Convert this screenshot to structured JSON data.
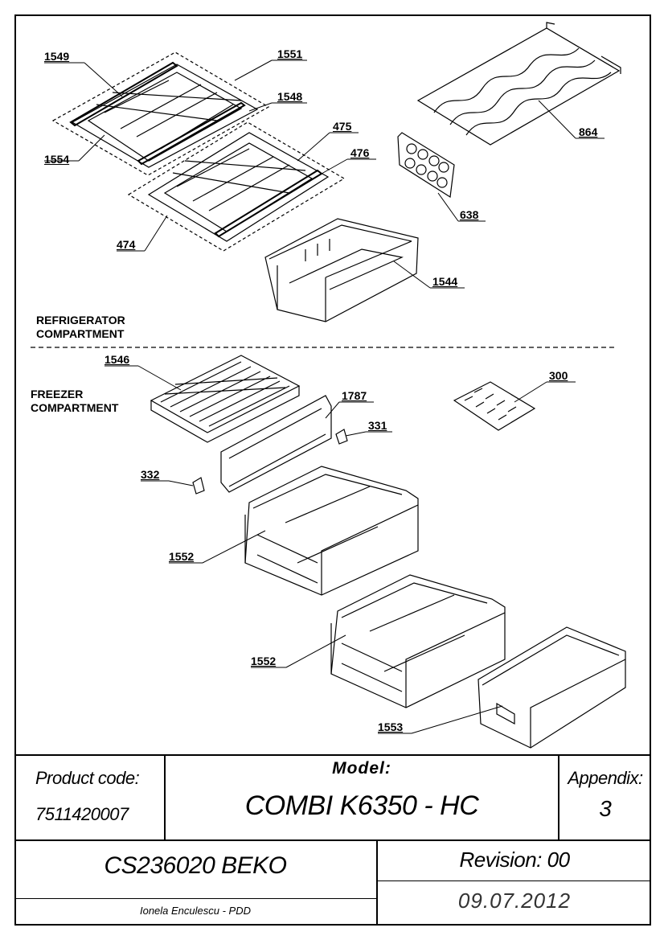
{
  "drawing": {
    "sections": {
      "refrigerator": "REFRIGERATOR\nCOMPARTMENT",
      "freezer": "FREEZER\nCOMPARTMENT"
    },
    "part_labels": {
      "p1549": "1549",
      "p1551": "1551",
      "p1548": "1548",
      "p1554": "1554",
      "p475": "475",
      "p476": "476",
      "p474": "474",
      "p864": "864",
      "p638": "638",
      "p1544": "1544",
      "p1546": "1546",
      "p1787": "1787",
      "p300": "300",
      "p331": "331",
      "p332": "332",
      "p1552a": "1552",
      "p1552b": "1552",
      "p1553": "1553"
    }
  },
  "title_block": {
    "product_code_label": "Product code:",
    "product_code": "7511420007",
    "model_label": "Model:",
    "model": "COMBI K6350 - HC",
    "appendix_label": "Appendix:",
    "appendix": "3",
    "document_code": "CS236020 BEKO",
    "revision": "Revision: 00",
    "author": "Ionela Enculescu - PDD",
    "date": "09.07.2012"
  }
}
